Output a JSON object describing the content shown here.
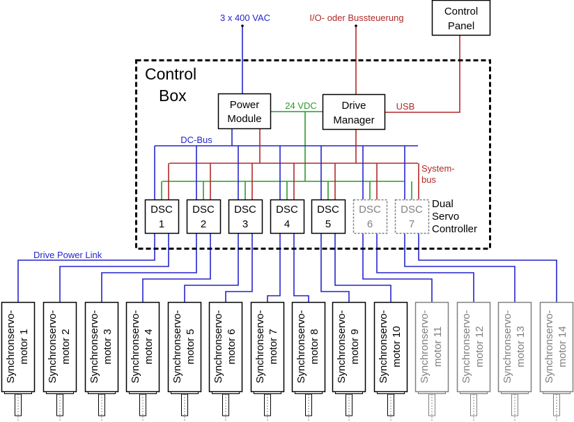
{
  "colors": {
    "power": "#2424cc",
    "systembus": "#b02828",
    "vdc": "#2a9a2a",
    "active": "#000000",
    "inactive": "#808080"
  },
  "labels": {
    "supply": "3 x 400 VAC",
    "io": "I/O- oder Bussteuerung",
    "control_panel_1": "Control",
    "control_panel_2": "Panel",
    "control_box_1": "Control",
    "control_box_2": "Box",
    "power_module_1": "Power",
    "power_module_2": "Module",
    "drive_manager_1": "Drive",
    "drive_manager_2": "Manager",
    "vdc": "24 VDC",
    "usb": "USB",
    "dc_bus": "DC-Bus",
    "systembus_1": "System-",
    "systembus_2": "bus",
    "dsc_group_1": "Dual",
    "dsc_group_2": "Servo",
    "dsc_group_3": "Controller",
    "drive_power_link": "Drive Power Link"
  },
  "dscs": [
    {
      "name": "DSC",
      "num": "1",
      "active": true
    },
    {
      "name": "DSC",
      "num": "2",
      "active": true
    },
    {
      "name": "DSC",
      "num": "3",
      "active": true
    },
    {
      "name": "DSC",
      "num": "4",
      "active": true
    },
    {
      "name": "DSC",
      "num": "5",
      "active": true
    },
    {
      "name": "DSC",
      "num": "6",
      "active": false
    },
    {
      "name": "DSC",
      "num": "7",
      "active": false
    }
  ],
  "motors": [
    {
      "line1": "Synchronservo-",
      "line2": "motor 1",
      "active": true
    },
    {
      "line1": "Synchronservo-",
      "line2": "motor 2",
      "active": true
    },
    {
      "line1": "Synchronservo-",
      "line2": "motor 3",
      "active": true
    },
    {
      "line1": "Synchronservo-",
      "line2": "motor 4",
      "active": true
    },
    {
      "line1": "Synchronservo-",
      "line2": "motor 5",
      "active": true
    },
    {
      "line1": "Synchronservo-",
      "line2": "motor 6",
      "active": true
    },
    {
      "line1": "Synchronservo-",
      "line2": "motor 7",
      "active": true
    },
    {
      "line1": "Synchronservo-",
      "line2": "motor 8",
      "active": true
    },
    {
      "line1": "Synchronservo-",
      "line2": "motor 9",
      "active": true
    },
    {
      "line1": "Synchronservo-",
      "line2": "motor 10",
      "active": true
    },
    {
      "line1": "Synchronservo-",
      "line2": "motor 11",
      "active": false
    },
    {
      "line1": "Synchronservo-",
      "line2": "motor 12",
      "active": false
    },
    {
      "line1": "Synchronservo-",
      "line2": "motor 13",
      "active": false
    },
    {
      "line1": "Synchronservo-",
      "line2": "motor 14",
      "active": false
    }
  ]
}
